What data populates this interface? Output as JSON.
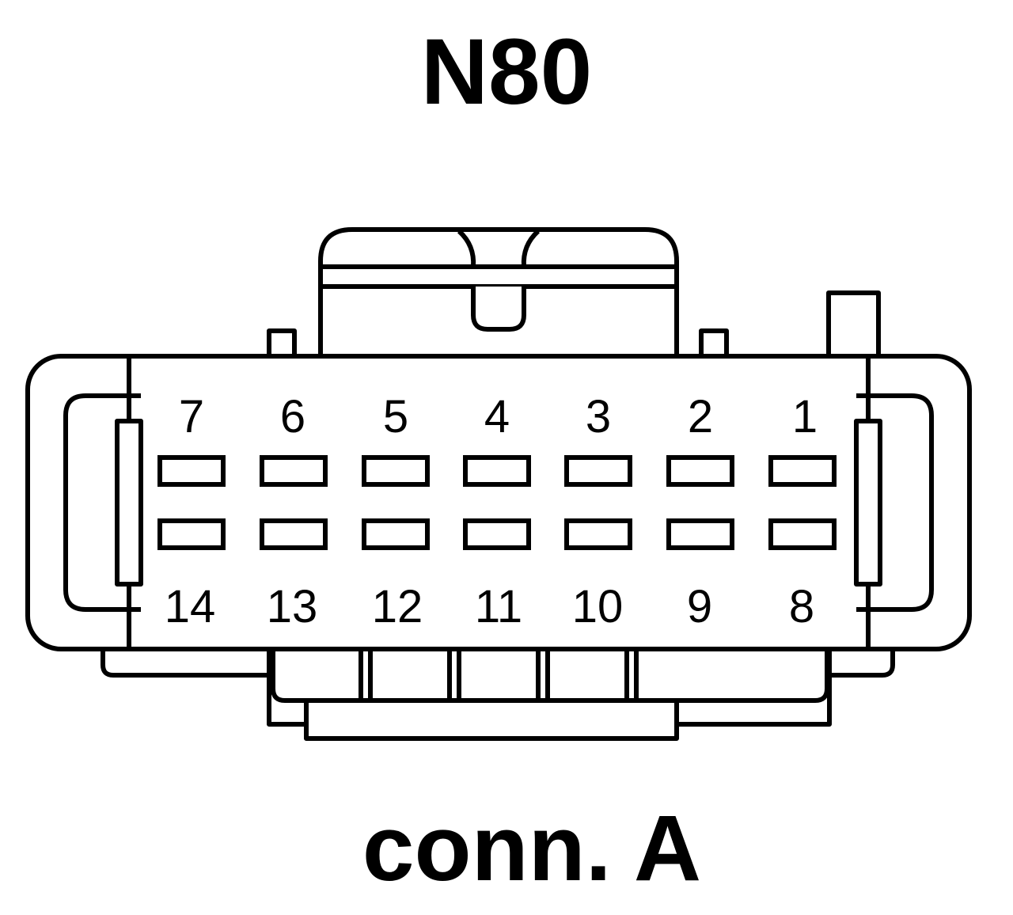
{
  "title": "N80",
  "caption": "conn. A",
  "pins": {
    "top_row": [
      "7",
      "6",
      "5",
      "4",
      "3",
      "2",
      "1"
    ],
    "bottom_row": [
      "14",
      "13",
      "12",
      "11",
      "10",
      "9",
      "8"
    ]
  },
  "colors": {
    "stroke": "#000000",
    "background": "#ffffff"
  }
}
